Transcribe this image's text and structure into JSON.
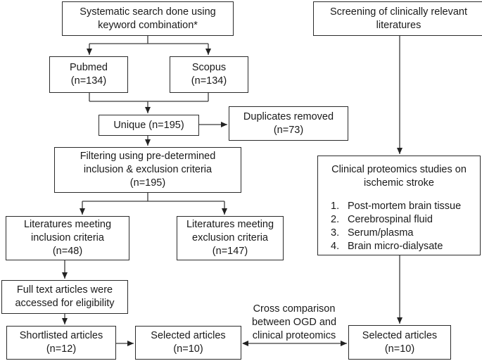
{
  "search": {
    "line1": "Systematic search done using",
    "line2": "keyword combination*"
  },
  "pubmed": {
    "name": "Pubmed",
    "count": "(n=134)"
  },
  "scopus": {
    "name": "Scopus",
    "count": "(n=134)"
  },
  "unique": {
    "label": "Unique (n=195)"
  },
  "duplicates": {
    "line1": "Duplicates removed",
    "line2": "(n=73)"
  },
  "filtering": {
    "line1": "Filtering using pre-determined",
    "line2": "inclusion & exclusion criteria",
    "line3": "(n=195)"
  },
  "inclusion": {
    "line1": "Literatures meeting",
    "line2": "inclusion criteria",
    "line3": "(n=48)"
  },
  "exclusion": {
    "line1": "Literatures meeting",
    "line2": "exclusion criteria",
    "line3": "(n=147)"
  },
  "fulltext": {
    "line1": "Full text articles were",
    "line2": "accessed for eligibility"
  },
  "shortlisted": {
    "line1": "Shortlisted articles",
    "line2": "(n=12)"
  },
  "selected_mid": {
    "line1": "Selected articles",
    "line2": "(n=10)"
  },
  "screening": {
    "line1": "Screening of clinically relevant",
    "line2": "literatures"
  },
  "clinical": {
    "title1": "Clinical proteomics studies on",
    "title2": "ischemic stroke",
    "items": [
      {
        "num": "1.",
        "text": "Post-mortem brain tissue"
      },
      {
        "num": "2.",
        "text": "Cerebrospinal fluid"
      },
      {
        "num": "3.",
        "text": "Serum/plasma"
      },
      {
        "num": "4.",
        "text": "Brain micro-dialysate"
      }
    ]
  },
  "selected_right": {
    "line1": "Selected articles",
    "line2": "(n=10)"
  },
  "cross": {
    "line1": "Cross comparison",
    "line2": "between OGD and",
    "line3": "clinical proteomics"
  }
}
